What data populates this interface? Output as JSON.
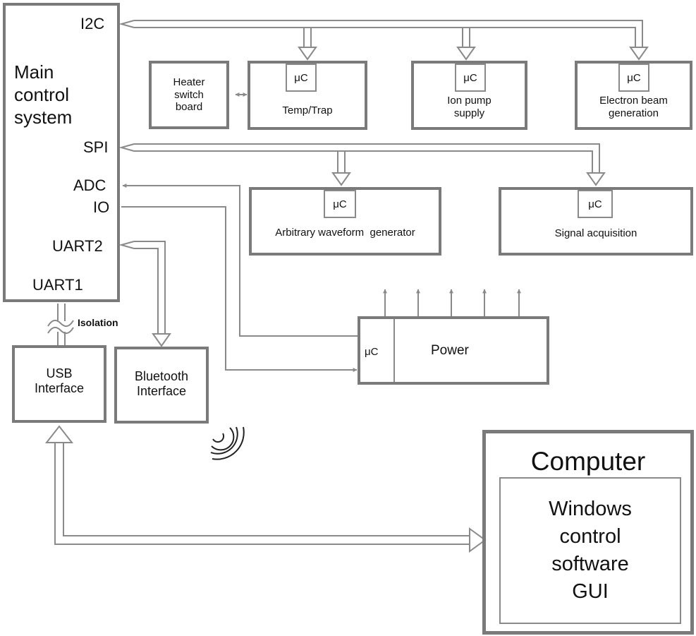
{
  "main": {
    "title_lines": [
      "Main",
      "control",
      "system"
    ],
    "ports": {
      "i2c": "I2C",
      "spi": "SPI",
      "adc": "ADC",
      "io": "IO",
      "uart2": "UART2",
      "uart1": "UART1"
    }
  },
  "uc_label": "μC",
  "heater": {
    "lines": [
      "Heater",
      "switch",
      "board"
    ]
  },
  "temp": {
    "label": "Temp/Trap"
  },
  "ionpump": {
    "lines": [
      "Ion pump",
      "supply"
    ]
  },
  "ebeam": {
    "lines": [
      "Electron beam",
      "generation"
    ]
  },
  "awg": {
    "label": "Arbitrary waveform  generator"
  },
  "sigacq": {
    "label": "Signal acquisition"
  },
  "power": {
    "label": "Power"
  },
  "isolation": "Isolation",
  "usb": {
    "lines": [
      "USB",
      "Interface"
    ]
  },
  "bluetooth": {
    "lines": [
      "Bluetooth",
      "Interface"
    ]
  },
  "computer": {
    "title": "Computer",
    "software_lines": [
      "Windows",
      "control",
      "software",
      "GUI"
    ]
  },
  "colors": {
    "box_border": "#7a7a7a",
    "wire": "#8a8a8a",
    "text": "#111111"
  }
}
